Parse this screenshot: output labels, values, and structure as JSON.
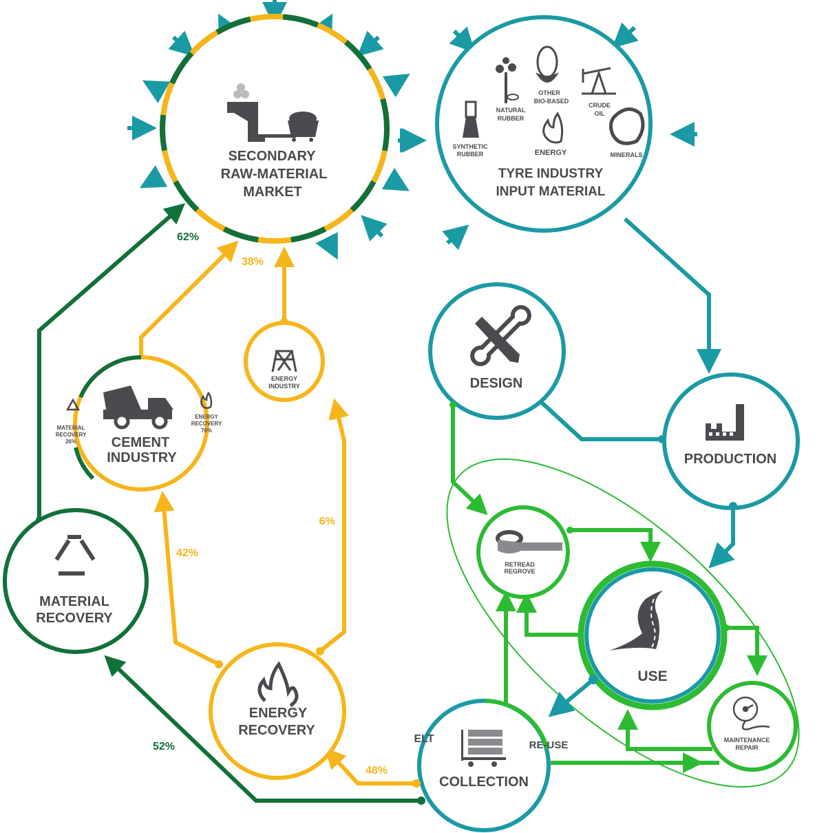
{
  "colors": {
    "teal": "#1a9aa5",
    "dark_green": "#12703a",
    "yellow": "#f6b51a",
    "bright_green": "#2dbb33",
    "icon_gray": "#4a4a4f"
  },
  "nodes": {
    "market": {
      "line1": "SECONDARY",
      "line2": "RAW-MATERIAL",
      "line3": "MARKET"
    },
    "tyre_input": {
      "line1": "TYRE INDUSTRY",
      "line2": "INPUT MATERIAL",
      "inputs": {
        "natural_rubber": [
          "NATURAL",
          "RUBBER"
        ],
        "other_bio": [
          "OTHER",
          "BIO-BASED"
        ],
        "crude_oil": [
          "CRUDE",
          "OIL"
        ],
        "synthetic_rubber": [
          "SYNTHETIC",
          "RUBBER"
        ],
        "energy": "ENERGY",
        "minerals": "MINERALS"
      }
    },
    "energy_industry": {
      "line1": "ENERGY",
      "line2": "INDUSTRY"
    },
    "cement": {
      "line1": "CEMENT",
      "line2": "INDUSTRY",
      "material_recovery": [
        "MATERIAL",
        "RECOVERY",
        "26%"
      ],
      "energy_recovery": [
        "ENERGY",
        "RECOVERY",
        "76%"
      ]
    },
    "design": {
      "label": "DESIGN"
    },
    "production": {
      "label": "PRODUCTION"
    },
    "material_recovery": {
      "line1": "MATERIAL",
      "line2": "RECOVERY"
    },
    "energy_recovery": {
      "line1": "ENERGY",
      "line2": "RECOVERY"
    },
    "retread": {
      "line1": "RETREAD",
      "line2": "REGROVE"
    },
    "use": {
      "label": "USE"
    },
    "maintenance": {
      "line1": "MAINTENANCE",
      "line2": "REPAIR"
    },
    "collection": {
      "label": "COLLECTION",
      "elt": "ELT",
      "reuse": "RE-USE"
    }
  },
  "flows": {
    "matrec_to_market": "62%",
    "cement_to_market": "38%",
    "energyrec_to_cement": "42%",
    "energyrec_to_energyind": "6%",
    "collection_to_matrec": "52%",
    "collection_to_energyrec": "48%"
  }
}
